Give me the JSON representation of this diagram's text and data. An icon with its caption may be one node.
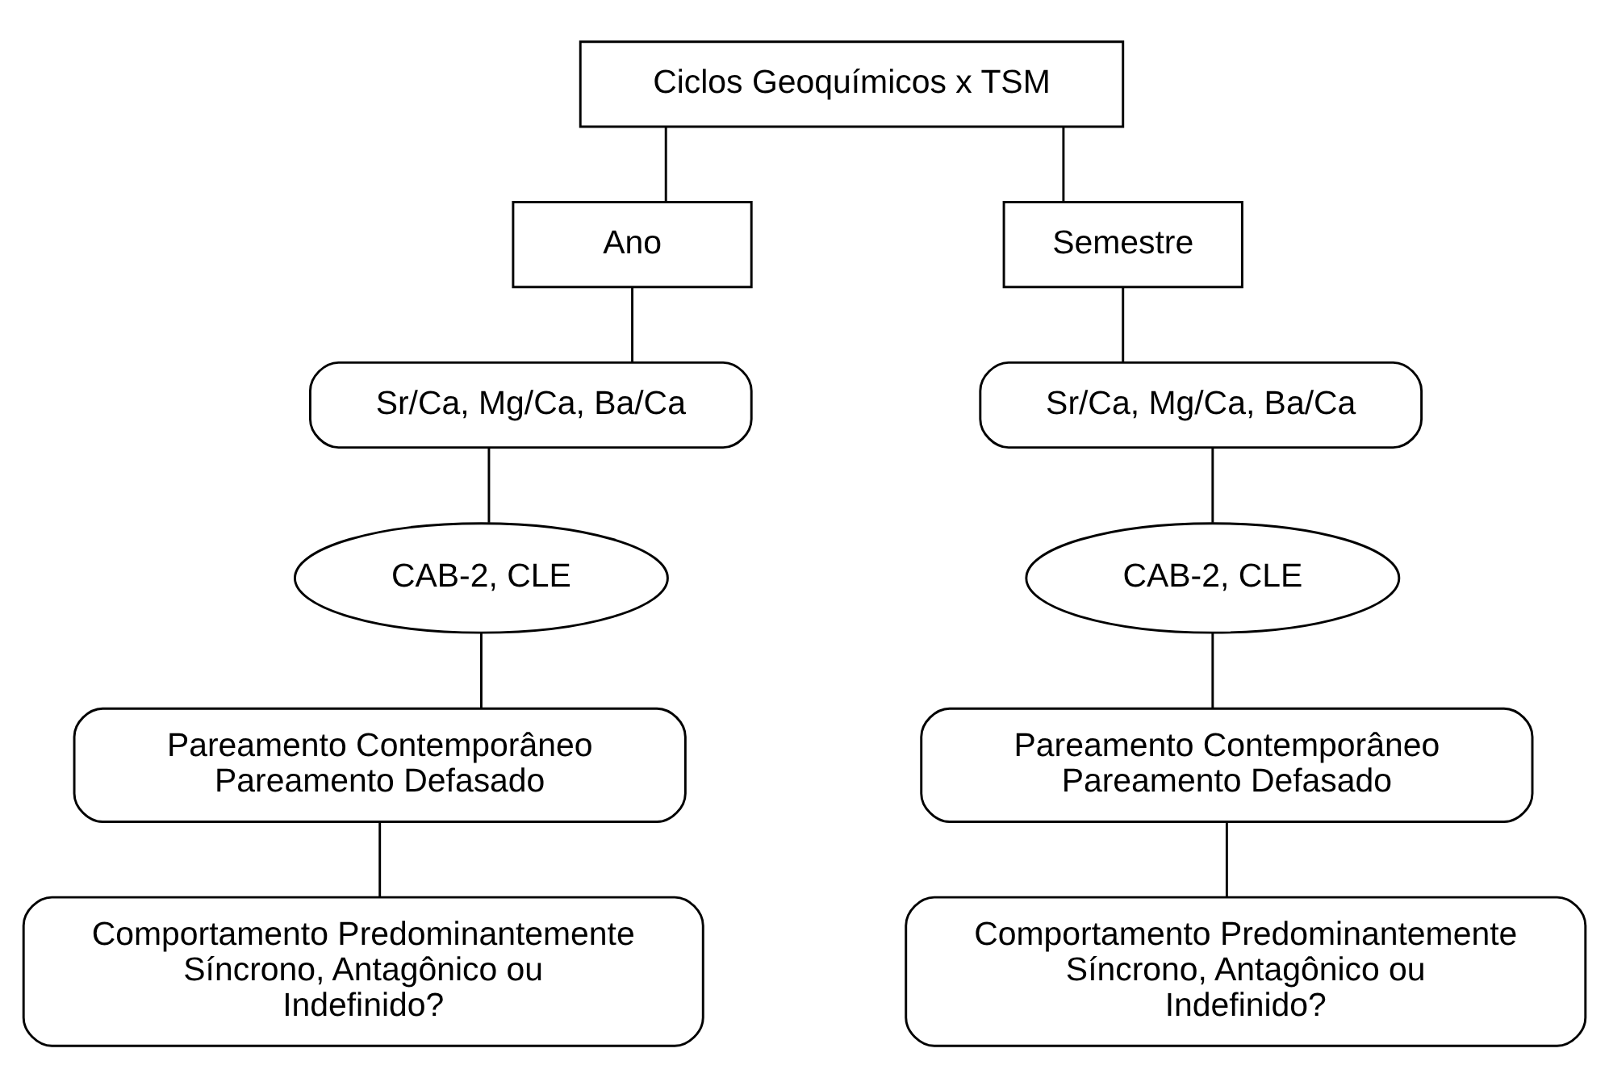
{
  "diagram": {
    "nodes": [
      {
        "text": [
          "Ciclos Geoquímicos x TSM"
        ]
      },
      {
        "text": [
          "Ano"
        ]
      },
      {
        "text": [
          "Sr/Ca, Mg/Ca, Ba/Ca"
        ]
      },
      {
        "text": [
          "CAB-2, CLE"
        ]
      },
      {
        "text": [
          "Pareamento Contemporâneo",
          "Pareamento Defasado"
        ]
      },
      {
        "text": [
          "Comportamento Predominantemente Síncrono, Antagônico ou Indefinido?"
        ]
      },
      {
        "text": [
          "Semestre"
        ]
      },
      {
        "text": [
          "Sr/Ca, Mg/Ca, Ba/Ca"
        ]
      },
      {
        "text": [
          "CAB-2, CLE"
        ]
      },
      {
        "text": [
          "Pareamento Contemporâneo",
          "Pareamento Defasado"
        ]
      },
      {
        "text": [
          "Comportamento Predominantemente Síncrono, Antagônico ou Indefinido?"
        ]
      }
    ],
    "edges": [
      {
        "from": 0,
        "to": 1,
        "arrow": "none"
      },
      {
        "from": 0,
        "to": 6,
        "arrow": "none"
      },
      {
        "from": 1,
        "to": 2,
        "arrow": "none"
      },
      {
        "from": 2,
        "to": 3,
        "arrow": "none"
      },
      {
        "from": 3,
        "to": 4,
        "arrow": "none"
      },
      {
        "from": 4,
        "to": 5,
        "arrow": "none"
      },
      {
        "from": 6,
        "to": 7,
        "arrow": "none"
      },
      {
        "from": 7,
        "to": 8,
        "arrow": "none"
      },
      {
        "from": 8,
        "to": 9,
        "arrow": "none"
      },
      {
        "from": 9,
        "to": 10,
        "arrow": "none"
      }
    ]
  }
}
